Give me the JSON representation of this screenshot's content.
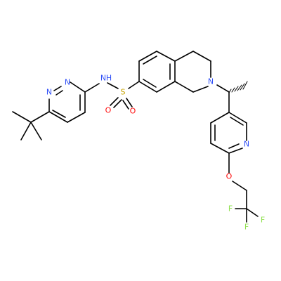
{
  "molecule": {
    "atom_labels": [
      {
        "id": "N_sulfonamide",
        "text": "N",
        "color": "#3050f8"
      },
      {
        "id": "H_sulfonamide",
        "text": "H",
        "color": "#3050f8"
      },
      {
        "id": "S_sulfonyl",
        "text": "S",
        "color": "#c8a400"
      },
      {
        "id": "O_sulfonyl_1",
        "text": "O",
        "color": "#ff0d0d"
      },
      {
        "id": "O_sulfonyl_2",
        "text": "O",
        "color": "#ff0d0d"
      },
      {
        "id": "N_pyridazine_1",
        "text": "N",
        "color": "#3050f8"
      },
      {
        "id": "N_pyridazine_2",
        "text": "N",
        "color": "#3050f8"
      },
      {
        "id": "N_isoquinoline",
        "text": "N",
        "color": "#3050f8"
      },
      {
        "id": "N_pyridine",
        "text": "N",
        "color": "#3050f8"
      },
      {
        "id": "O_ether",
        "text": "O",
        "color": "#ff0d0d"
      },
      {
        "id": "F_1",
        "text": "F",
        "color": "#90e050"
      },
      {
        "id": "F_2",
        "text": "F",
        "color": "#90e050"
      },
      {
        "id": "F_3",
        "text": "F",
        "color": "#90e050"
      }
    ]
  }
}
